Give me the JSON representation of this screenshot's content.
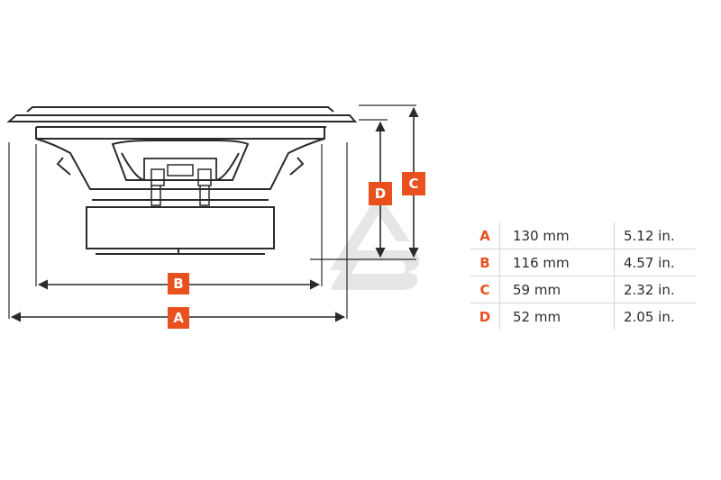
{
  "diagram": {
    "badges": {
      "a": "A",
      "b": "B",
      "c": "C",
      "d": "D"
    },
    "accent_color": "#e8501e",
    "line_color": "#2b2b2b",
    "watermark_color": "#e6e6e6"
  },
  "table": {
    "rows": [
      {
        "dim": "A",
        "mm": "130 mm",
        "in": "5.12 in."
      },
      {
        "dim": "B",
        "mm": "116 mm",
        "in": "4.57 in."
      },
      {
        "dim": "C",
        "mm": "59 mm",
        "in": "2.32 in."
      },
      {
        "dim": "D",
        "mm": "52 mm",
        "in": "2.05 in."
      }
    ]
  }
}
